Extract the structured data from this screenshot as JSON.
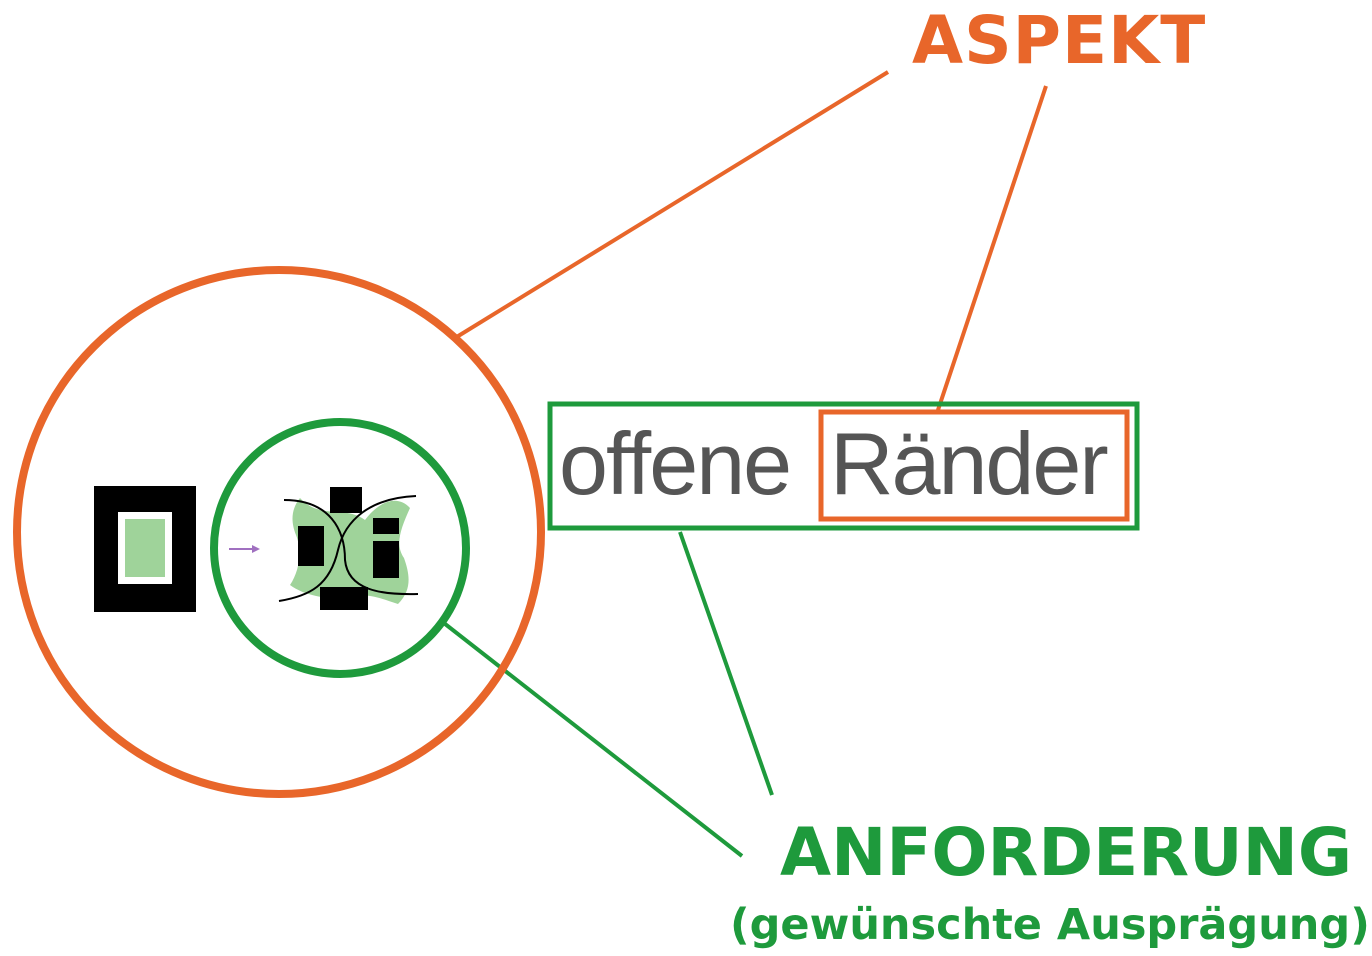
{
  "labels": {
    "aspekt": "ASPEKT",
    "anforderung": "ANFORDERUNG",
    "auspraegung": "(gewünschte Ausprägung)"
  },
  "term": {
    "word1": "offene",
    "word2": "Ränder"
  },
  "colors": {
    "orange": "#e8662a",
    "green": "#1e9a3c",
    "light_green": "#9fd39a",
    "black": "#000000",
    "text_gray": "#555555",
    "arrow_purple": "#a070c0"
  }
}
